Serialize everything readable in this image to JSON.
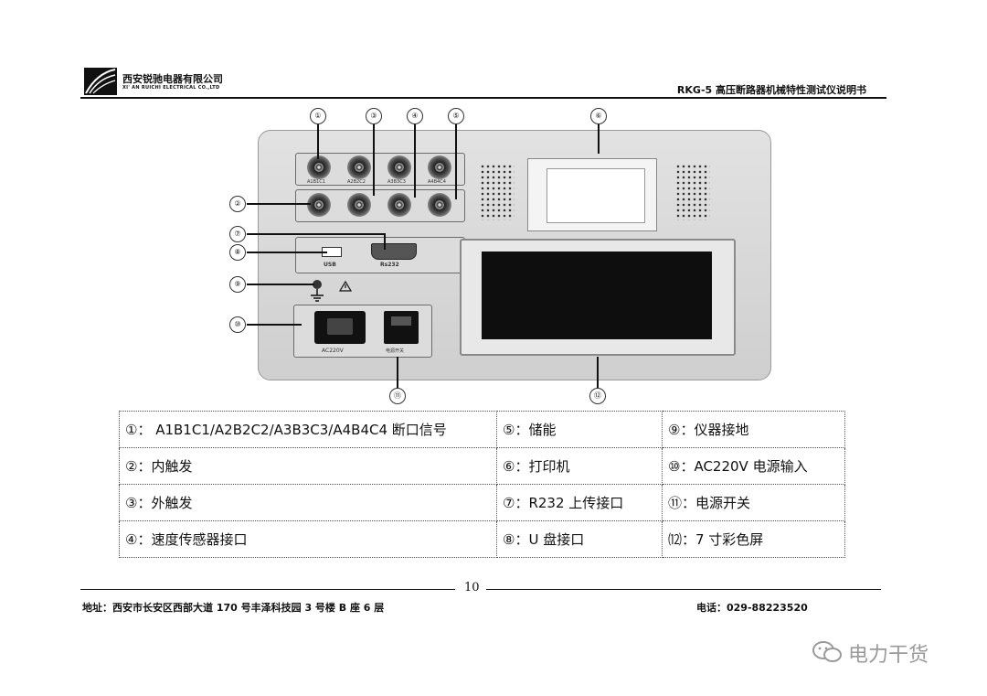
{
  "header": {
    "company_cn": "西安锐驰电器有限公司",
    "company_en": "XI' AN RUICHI ELECTRICAL CO.,LTD",
    "doc_title": "RKG-5 高压断路器机械特性测试仪说明书"
  },
  "panel": {
    "connector_labels_top": [
      "A1B1C1",
      "A2B2C2",
      "A3B3C3",
      "A4B4C4"
    ],
    "usb_label": "USB",
    "rs232_label": "Rs232",
    "ac_label": "AC220V",
    "switch_label": "电源开关"
  },
  "callouts": [
    "①",
    "②",
    "③",
    "④",
    "⑤",
    "⑥",
    "⑦",
    "⑧",
    "⑨",
    "⑩",
    "⑪",
    "⑫"
  ],
  "legend": [
    [
      "①：  A1B1C1/A2B2C2/A3B3C3/A4B4C4 断口信号",
      "⑤：储能",
      "⑨：仪器接地"
    ],
    [
      "②：内触发",
      "⑥：打印机",
      "⑩：AC220V 电源输入"
    ],
    [
      "③：外触发",
      "⑦：R232 上传接口",
      "⑪：电源开关"
    ],
    [
      "④：速度传感器接口",
      "⑧：U 盘接口",
      "⑿：7 寸彩色屏"
    ]
  ],
  "footer": {
    "page_number": "10",
    "address": "地址：西安市长安区西部大道 170 号丰泽科技园 3 号楼 B 座 6 层",
    "phone": "电话：029-88223520"
  },
  "watermark": "电力干货",
  "icons": [
    "company-logo-icon",
    "ground-icon",
    "warning-icon",
    "wechat-icon"
  ]
}
